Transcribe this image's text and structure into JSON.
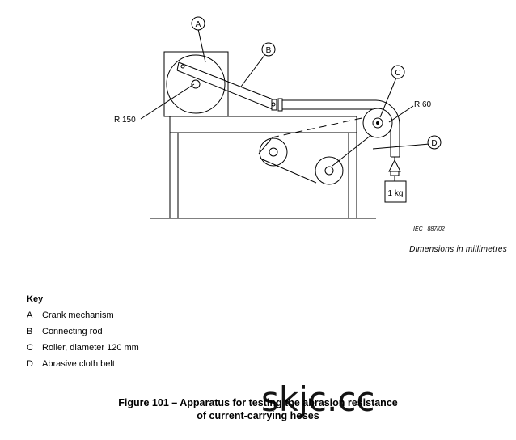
{
  "figure": {
    "labels": {
      "crank": "A",
      "rod": "B",
      "roller": "C",
      "belt": "D"
    },
    "dimensions": {
      "crank_radius": "R 150",
      "roller_radius": "R 60"
    },
    "weight": "1 kg",
    "source_ref": "IEC   887/02"
  },
  "dimensions_note": "Dimensions in millimetres",
  "key": {
    "title": "Key",
    "items": [
      {
        "letter": "A",
        "text": "Crank mechanism"
      },
      {
        "letter": "B",
        "text": "Connecting rod"
      },
      {
        "letter": "C",
        "text": "Roller, diameter 120 mm"
      },
      {
        "letter": "D",
        "text": "Abrasive cloth belt"
      }
    ]
  },
  "caption": {
    "line1": "Figure 101 – Apparatus for testing the abrasion resistance",
    "line2": "of current-carrying hoses"
  },
  "watermark": "skjc.cc"
}
